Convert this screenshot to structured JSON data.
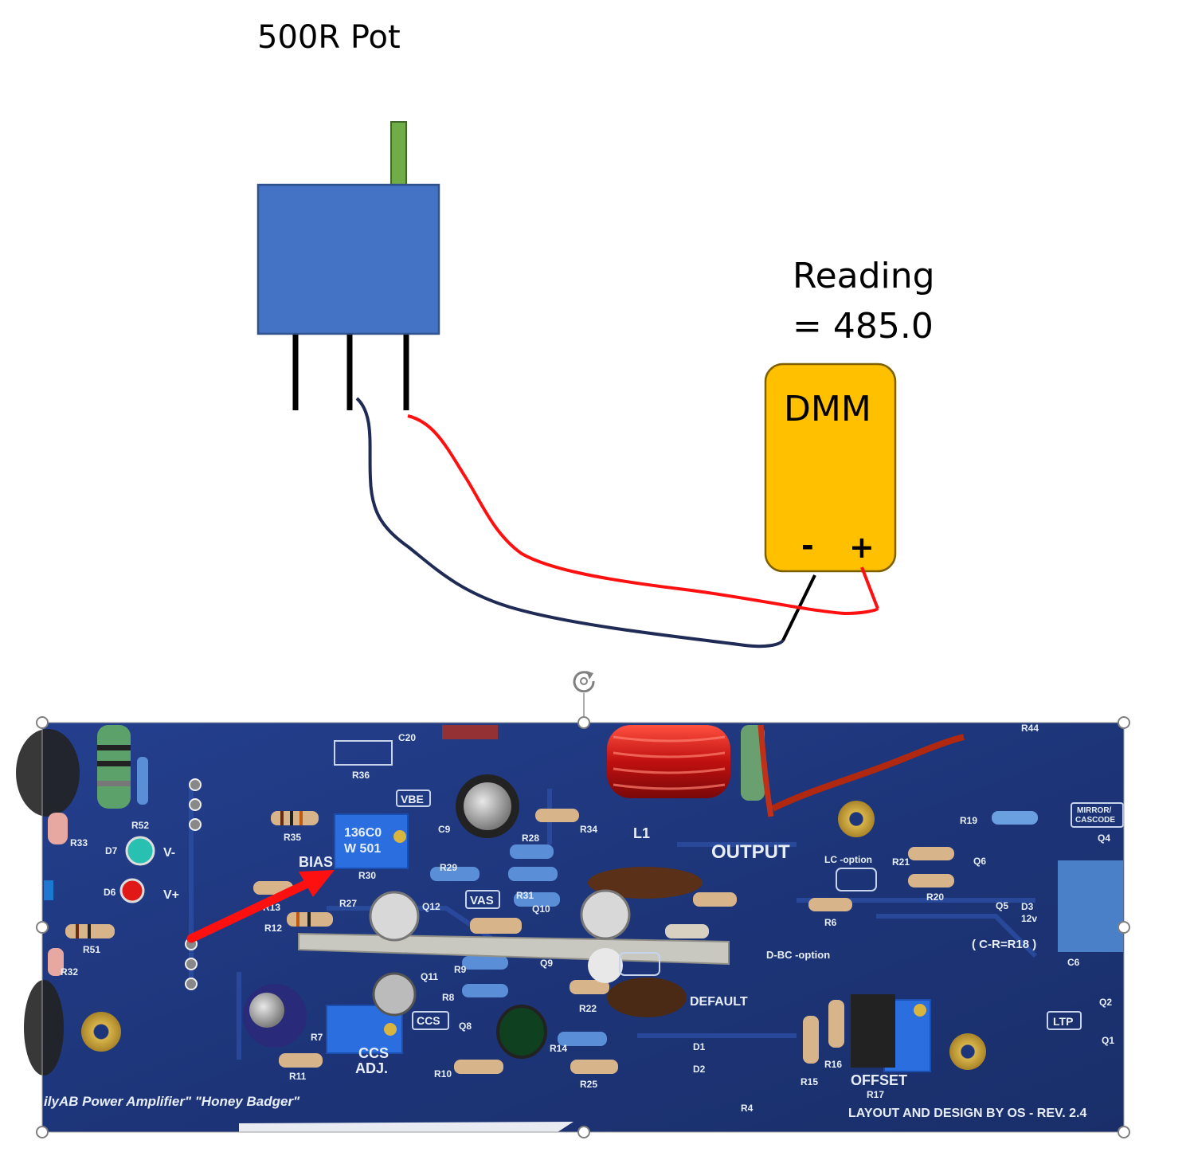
{
  "title": "500R Pot",
  "reading": {
    "line1": "Reading",
    "line2": "= 485.0"
  },
  "dmm": {
    "label": "DMM",
    "minus": "-",
    "plus": "+",
    "fill_color": "#FFC000"
  },
  "pot": {
    "body_color": "#4472C4",
    "shaft_color": "#70AD47"
  },
  "wires": {
    "negative_color": "#1F2A55",
    "positive_color": "#FF1010",
    "pin_color": "#000000"
  },
  "board": {
    "footer_left": "ilyAB Power Amplifier\"  \"Honey Badger\"",
    "footer_right": "LAYOUT AND DESIGN BY OS  -  REV. 2.4",
    "labels": {
      "bias": "BIAS",
      "vbe": "VBE",
      "vas": "VAS",
      "output": "OUTPUT",
      "lc_option": "LC -option",
      "d_bc_option": "D-BC -option",
      "ccs": "CCS",
      "ccs_adj_1": "CCS",
      "ccs_adj_2": "ADJ.",
      "default": "DEFAULT",
      "offset": "OFFSET",
      "ltp": "LTP",
      "mirror_1": "MIRROR/",
      "mirror_2": "CASCODE",
      "c_r": "( C-R=R18 )",
      "trimmer_1": "136C0",
      "trimmer_2": "W 501",
      "r36": "R36",
      "r35": "R35",
      "r30": "R30",
      "r29": "R29",
      "r28": "R28",
      "r34": "R34",
      "r33": "R33",
      "r52": "R52",
      "r51": "R51",
      "r32": "R32",
      "r13": "R13",
      "r12": "R12",
      "r27": "R27",
      "r31": "R31",
      "r9": "R9",
      "r8": "R8",
      "r22": "R22",
      "r14": "R14",
      "r25": "R25",
      "r10": "R10",
      "r11": "R11",
      "r7": "R7",
      "r6": "R6",
      "r15": "R15",
      "r16": "R16",
      "r17": "R17",
      "r4": "R4",
      "r19": "R19",
      "r20": "R20",
      "r21": "R21",
      "r44": "R44",
      "c9": "C9",
      "c20": "C20",
      "c6": "C6",
      "l1": "L1",
      "q12": "Q12",
      "q10": "Q10",
      "q9": "Q9",
      "q11": "Q11",
      "q8": "Q8",
      "q6": "Q6",
      "q5": "Q5",
      "q4": "Q4",
      "q2": "Q2",
      "q1": "Q1",
      "d7": "D7",
      "d6": "D6",
      "d3": "D3",
      "d1": "D1",
      "d2": "D2",
      "v_minus": "V-",
      "v_plus": "V+",
      "v12": "12v"
    }
  }
}
